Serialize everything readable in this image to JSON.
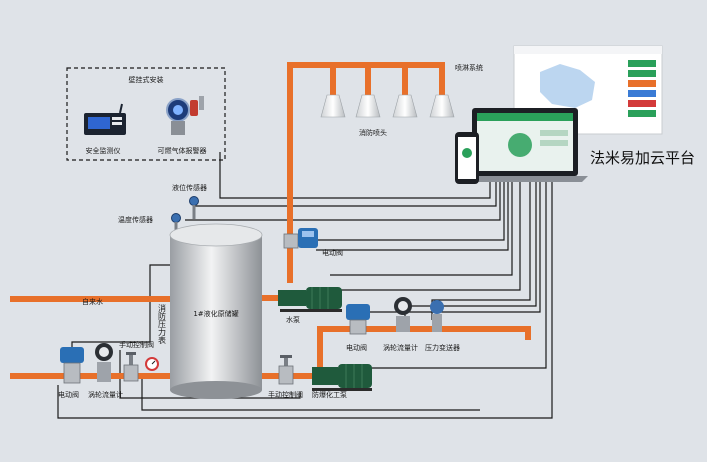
{
  "labels": {
    "wall_mount": "壁挂式安装",
    "safety_monitor": "安全监测仪",
    "gas_alarm": "可燃气体报警器",
    "spray_system": "喷淋系统",
    "fire_nozzle": "消防喷头",
    "platform": "法米易加云平台",
    "level_sensor": "液位传感器",
    "temp_sensor": "温度传感器",
    "electric_valve": "电动阀",
    "tap_water": "自来水",
    "tank": "1#液化原储罐",
    "pump": "水泵",
    "pressure_gauge_vertical": "消防压力表",
    "electric_valve_2": "电动阀",
    "vortex_meter": "涡轮流量计",
    "pressure_transmitter": "压力变送器",
    "manual_valve": "手动控制阀",
    "electric_valve_3": "电动阀",
    "vortex_meter_2": "涡轮流量计",
    "manual_valve_2": "手动控制阀",
    "fire_pump": "防爆化工泵"
  },
  "colors": {
    "background": "#dfe3e8",
    "pipe": "#e8702a",
    "wire": "#1a1a1a",
    "pump_green": "#1f5a3c",
    "valve_blue": "#2a6fb5"
  }
}
